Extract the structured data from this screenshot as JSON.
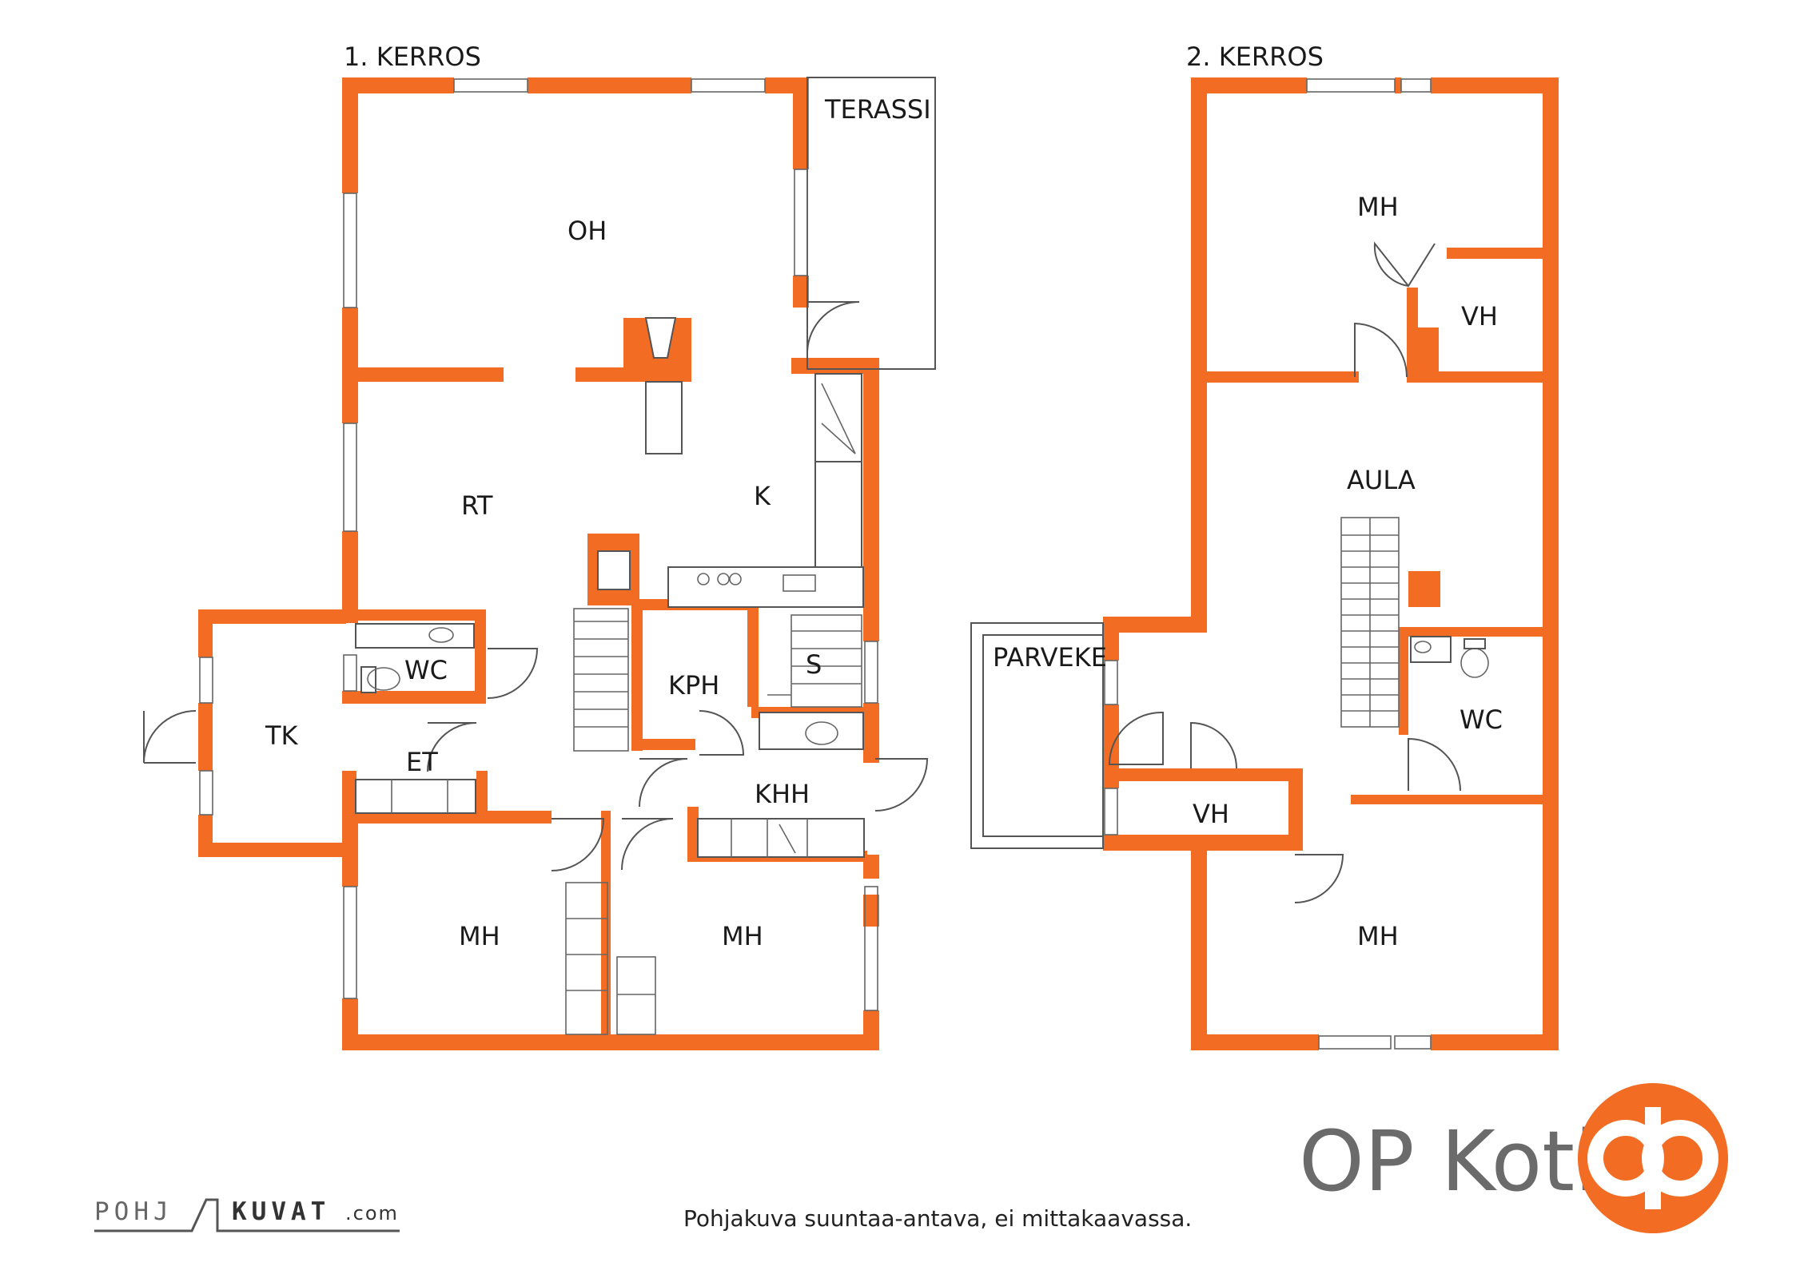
{
  "floor1": {
    "title": "1. KERROS",
    "rooms": {
      "oh": "OH",
      "terassi": "TERASSI",
      "rt": "RT",
      "k": "K",
      "wc": "WC",
      "tk": "TK",
      "et": "ET",
      "kph": "KPH",
      "s": "S",
      "khh": "KHH",
      "mh_left": "MH",
      "mh_right": "MH"
    }
  },
  "floor2": {
    "title": "2. KERROS",
    "rooms": {
      "mh_top": "MH",
      "vh_top": "VH",
      "aula": "AULA",
      "parveke": "PARVEKE",
      "wc": "WC",
      "vh_bottom": "VH",
      "mh_bottom": "MH"
    }
  },
  "branding": {
    "op_koti": "OP Koti",
    "pohjakuvat_left": "POHJ",
    "pohjakuvat_mid": "KUVAT",
    "pohjakuvat_domain": ".com",
    "logo_color": "#f26c23",
    "wall_color": "#f26c23"
  },
  "caption": "Pohjakuva suuntaa-antava, ei mittakaavassa."
}
